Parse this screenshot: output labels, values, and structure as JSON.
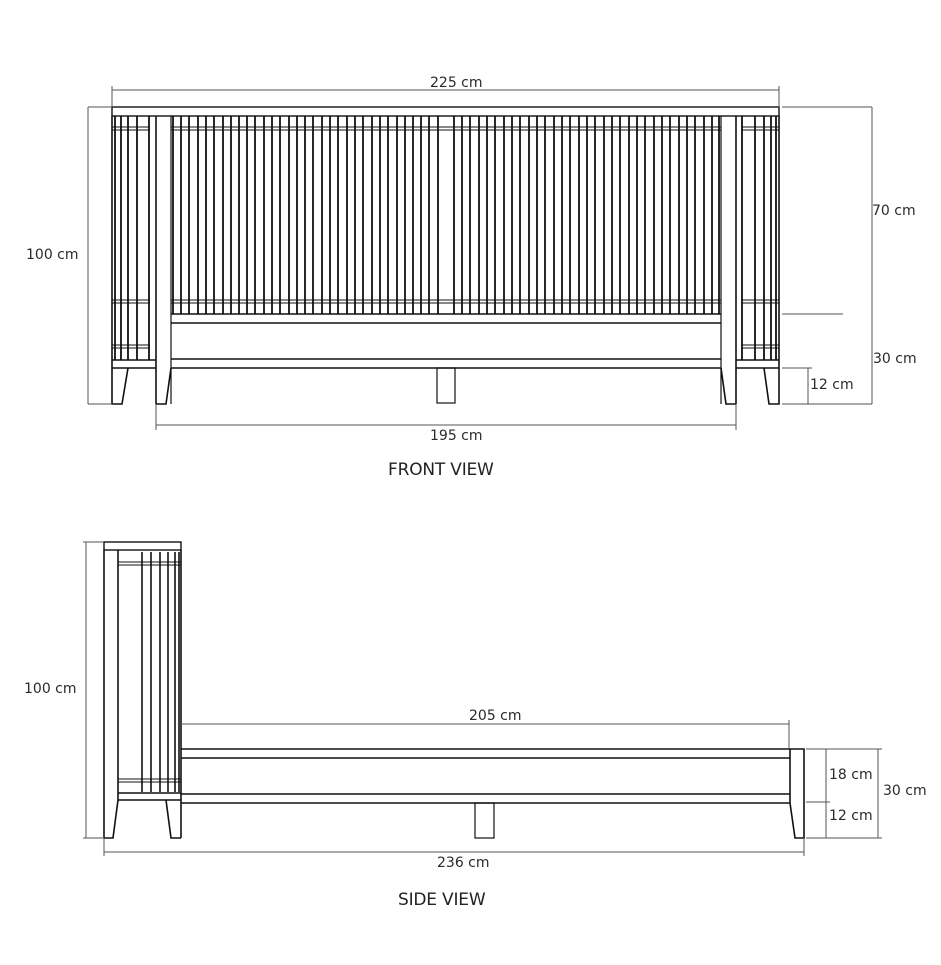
{
  "front_view": {
    "title": "FRONT VIEW",
    "dimensions": {
      "overall_width": "225 cm",
      "inner_width": "195 cm",
      "overall_height": "100 cm",
      "headboard_height": "70 cm",
      "base_height": "30 cm",
      "leg_height": "12 cm"
    }
  },
  "side_view": {
    "title": "SIDE VIEW",
    "dimensions": {
      "overall_length": "236 cm",
      "frame_length": "205 cm",
      "headboard_height": "100 cm",
      "rail_height": "18 cm",
      "leg_height": "12 cm",
      "base_height": "30 cm"
    }
  },
  "colors": {
    "line": "#111111",
    "dimension_line": "#555555",
    "background": "#ffffff"
  }
}
